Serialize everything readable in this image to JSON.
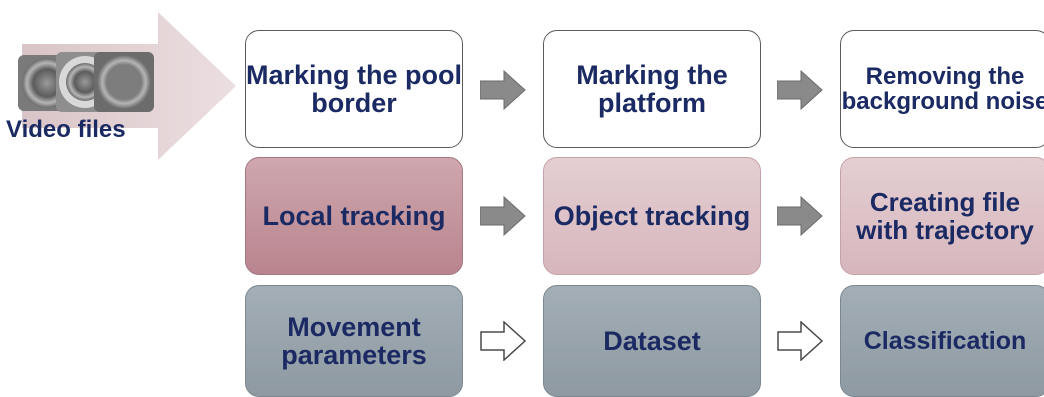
{
  "input": {
    "label": "Video files",
    "icon": "video-frames-icon"
  },
  "rows": [
    [
      "Marking the pool border",
      "Marking the platform",
      "Removing the background noise"
    ],
    [
      "Local tracking",
      "Object tracking",
      "Creating file with trajectory"
    ],
    [
      "Movement parameters",
      "Dataset",
      "Classification"
    ]
  ],
  "colors": {
    "text": "#1b2a63",
    "row1_fill": "#ffffff",
    "row2_fill_first": "#c29099",
    "row2_fill_others": "#dcc2c7",
    "row3_fill": "#9aa5ae",
    "arrow": "#8a8a8a"
  }
}
